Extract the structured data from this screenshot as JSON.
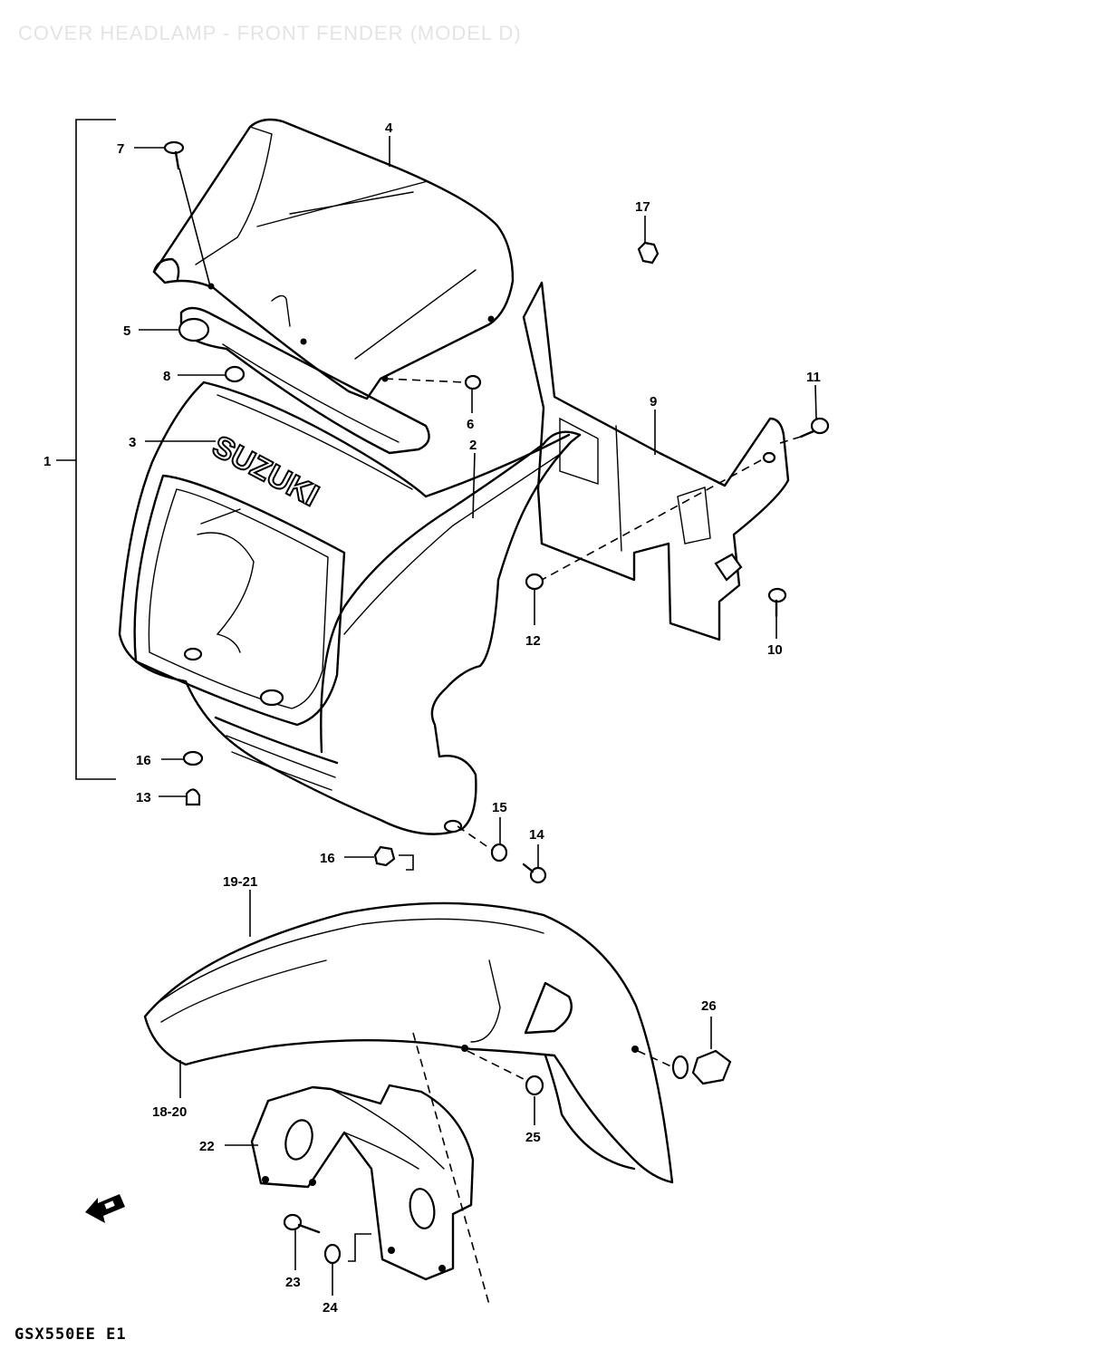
{
  "title": "COVER HEADLAMP - FRONT FENDER (MODEL D)",
  "model_code": "GSX550EE E1",
  "brand_text": "SUZUKI",
  "colors": {
    "line": "#000000",
    "background": "#ffffff",
    "title_faded": "#e4e4e4"
  },
  "front_arrow_icon": "arrow-left-icon",
  "parts": [
    {
      "id": "1",
      "label": "1"
    },
    {
      "id": "2",
      "label": "2"
    },
    {
      "id": "3",
      "label": "3"
    },
    {
      "id": "4",
      "label": "4"
    },
    {
      "id": "5",
      "label": "5"
    },
    {
      "id": "6",
      "label": "6"
    },
    {
      "id": "7",
      "label": "7"
    },
    {
      "id": "8",
      "label": "8"
    },
    {
      "id": "9",
      "label": "9"
    },
    {
      "id": "10",
      "label": "10"
    },
    {
      "id": "11",
      "label": "11"
    },
    {
      "id": "12",
      "label": "12"
    },
    {
      "id": "13",
      "label": "13"
    },
    {
      "id": "14",
      "label": "14"
    },
    {
      "id": "15",
      "label": "15"
    },
    {
      "id": "16a",
      "label": "16"
    },
    {
      "id": "16b",
      "label": "16"
    },
    {
      "id": "17",
      "label": "17"
    },
    {
      "id": "18-20",
      "label": "18-20"
    },
    {
      "id": "19-21",
      "label": "19-21"
    },
    {
      "id": "22",
      "label": "22"
    },
    {
      "id": "23",
      "label": "23"
    },
    {
      "id": "24",
      "label": "24"
    },
    {
      "id": "25",
      "label": "25"
    },
    {
      "id": "26",
      "label": "26"
    }
  ]
}
